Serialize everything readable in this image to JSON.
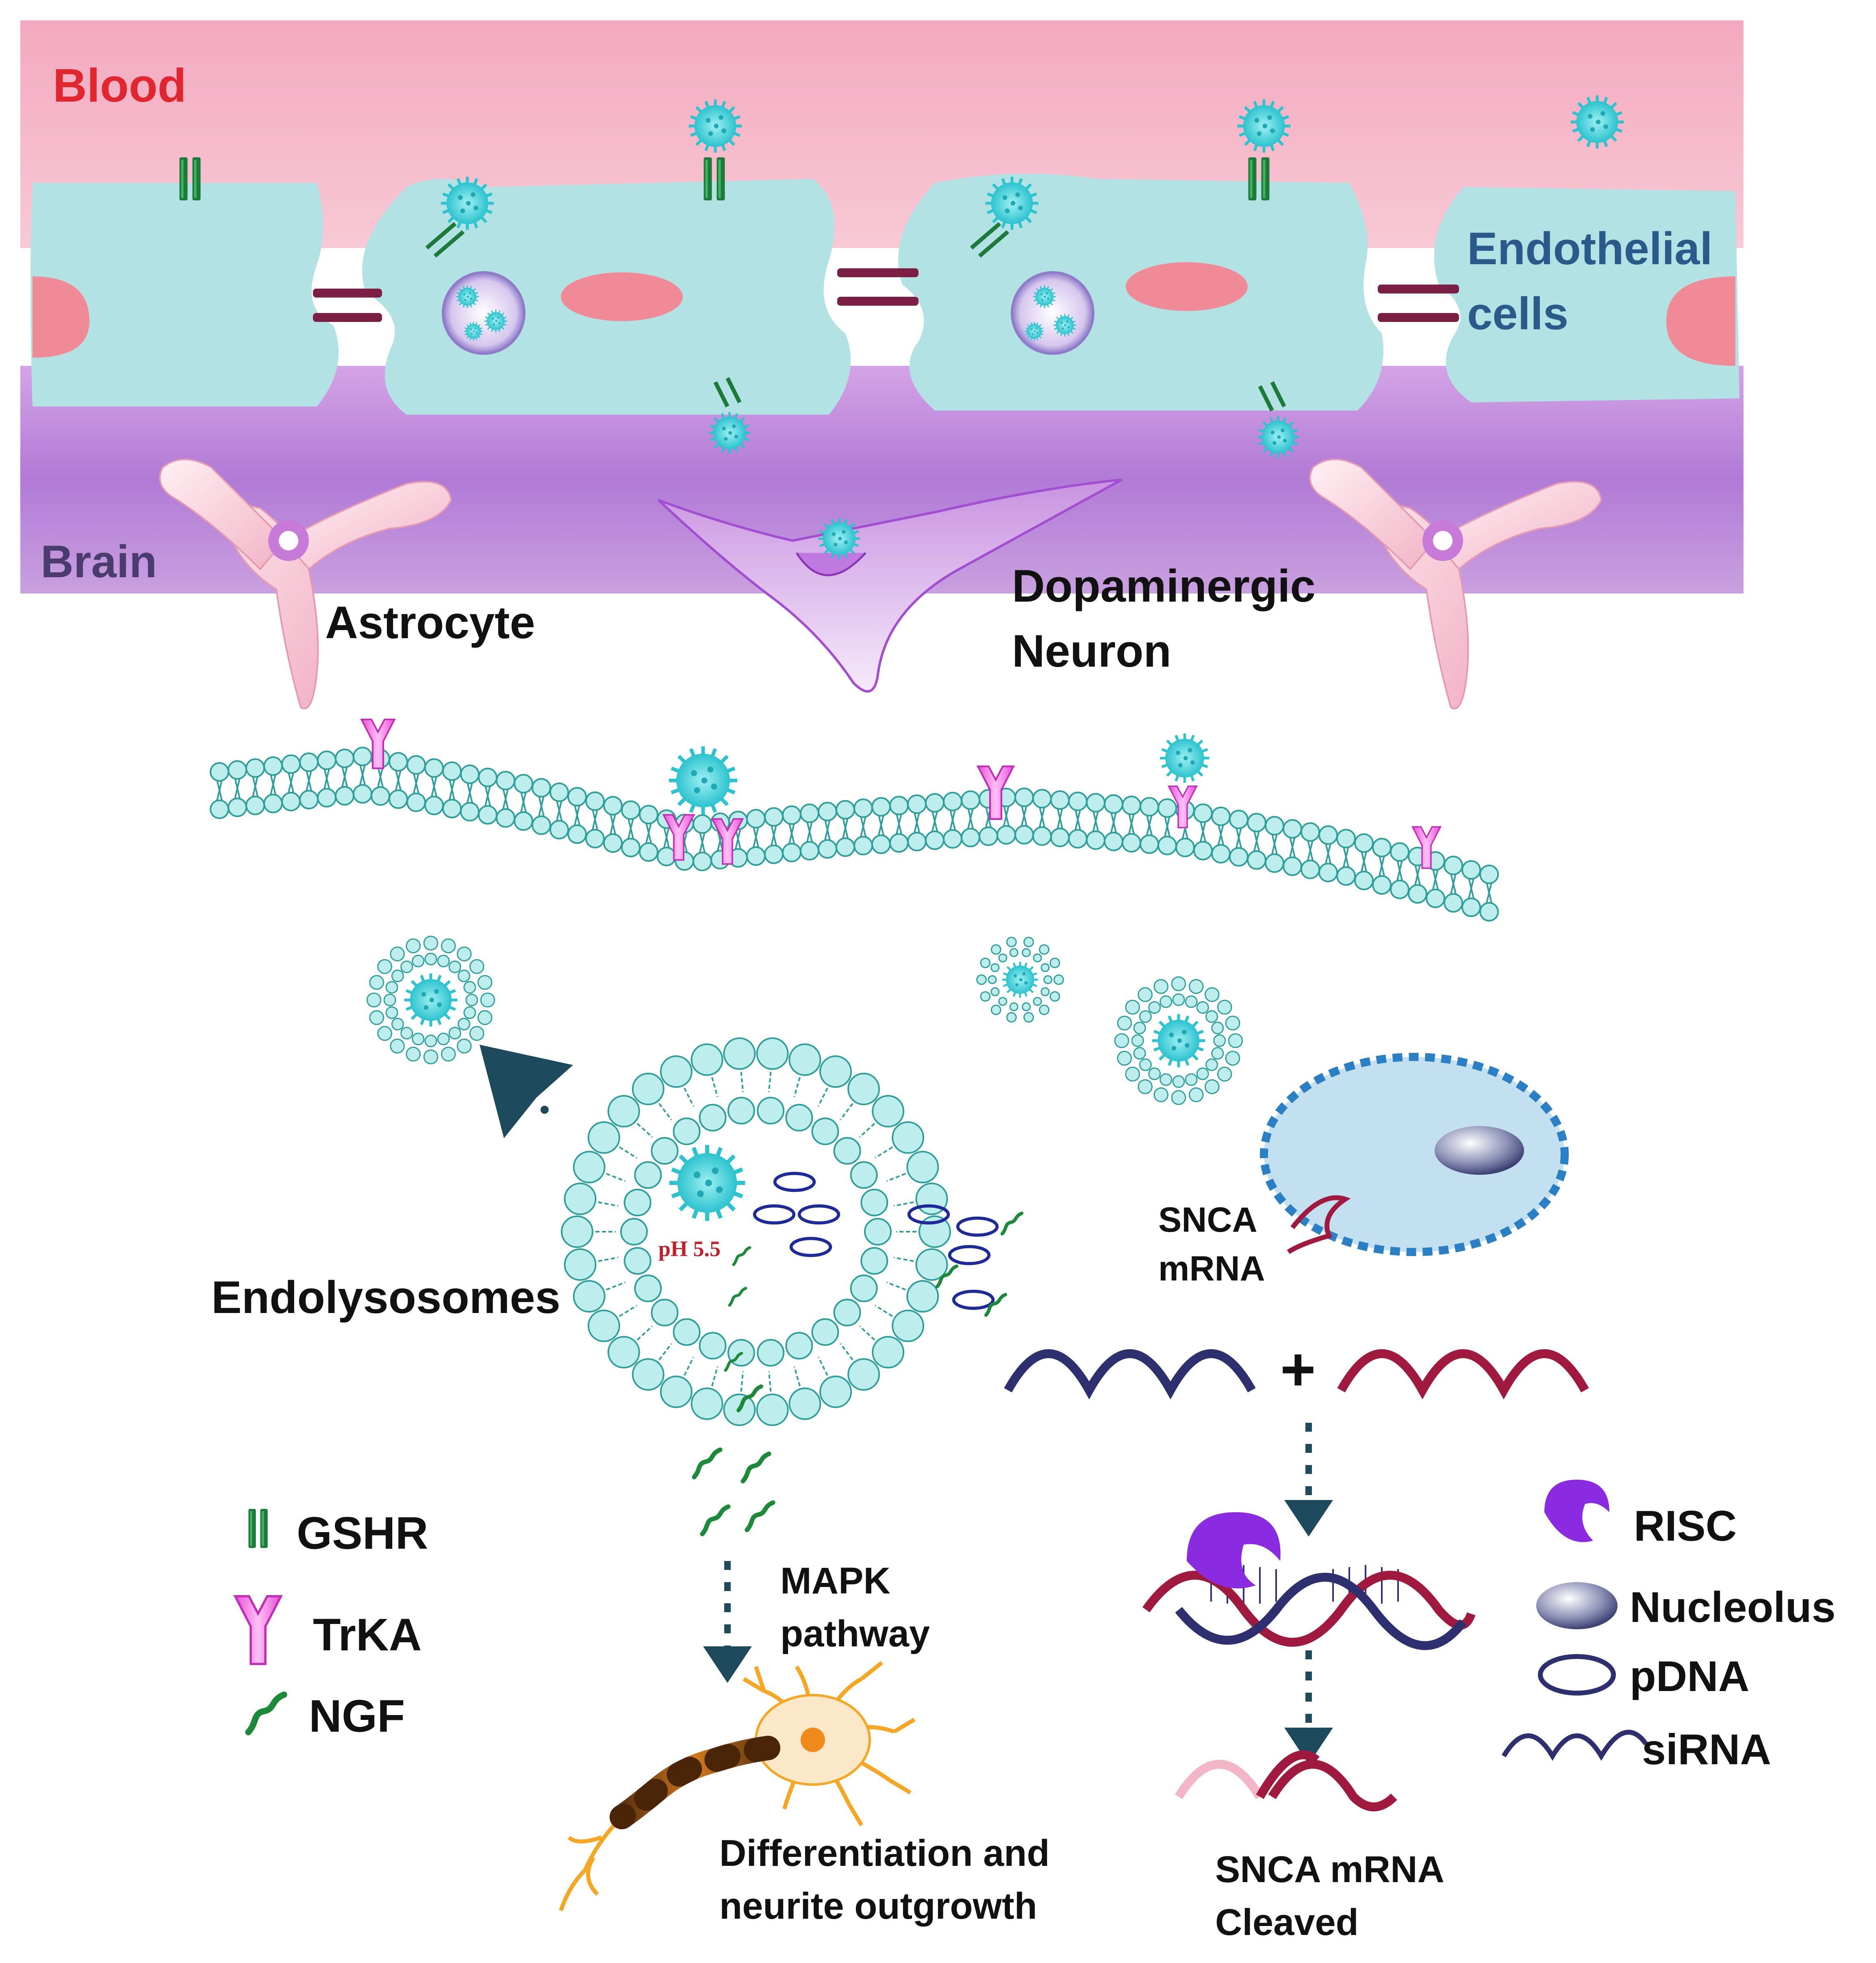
{
  "labels": {
    "blood": "Blood",
    "endothelial_line1": "Endothelial",
    "endothelial_line2": "cells",
    "brain": "Brain",
    "astrocyte": "Astrocyte",
    "dopaminergic_line1": "Dopaminergic",
    "dopaminergic_line2": "Neuron",
    "endolysosomes": "Endolysosomes",
    "ph": "pH 5.5",
    "snca_line1": "SNCA",
    "snca_line2": "mRNA",
    "mapk_line1": "MAPK",
    "mapk_line2": "pathway",
    "diff_line1": "Differentiation and",
    "diff_line2": "neurite outgrowth",
    "cleaved_line1": "SNCA mRNA",
    "cleaved_line2": "Cleaved",
    "plus": "+"
  },
  "legend_left": [
    {
      "icon": "gshr-receptor-icon",
      "label": "GSHR"
    },
    {
      "icon": "trka-receptor-icon",
      "label": "TrKA"
    },
    {
      "icon": "ngf-icon",
      "label": "NGF"
    }
  ],
  "legend_right": [
    {
      "icon": "risc-icon",
      "label": "RISC"
    },
    {
      "icon": "nucleolus-icon",
      "label": "Nucleolus"
    },
    {
      "icon": "pdna-icon",
      "label": "pDNA"
    },
    {
      "icon": "sirna-icon",
      "label": "siRNA"
    }
  ],
  "colors": {
    "blood_bg": "#f4b8c9",
    "brain_bg": "#b88ad9",
    "endothelial": "#b2e2e4",
    "nucleus": "#f08a96",
    "junction": "#7c1f44",
    "gshr": "#1d7a3a",
    "nanoparticle": "#4fd3db",
    "lipid": "#bdeeed",
    "lipid_stroke": "#2f9f9a",
    "trka": "#e64fd8",
    "siRNA": "#2e2f6e",
    "mRNA": "#a01a3f",
    "arrow": "#1d4a5c",
    "neuron": "#f5a623",
    "risc": "#8a2be2",
    "blood_text": "#e0262e",
    "endothelial_text": "#2a5a8a",
    "brain_text": "#4a3d6d"
  }
}
